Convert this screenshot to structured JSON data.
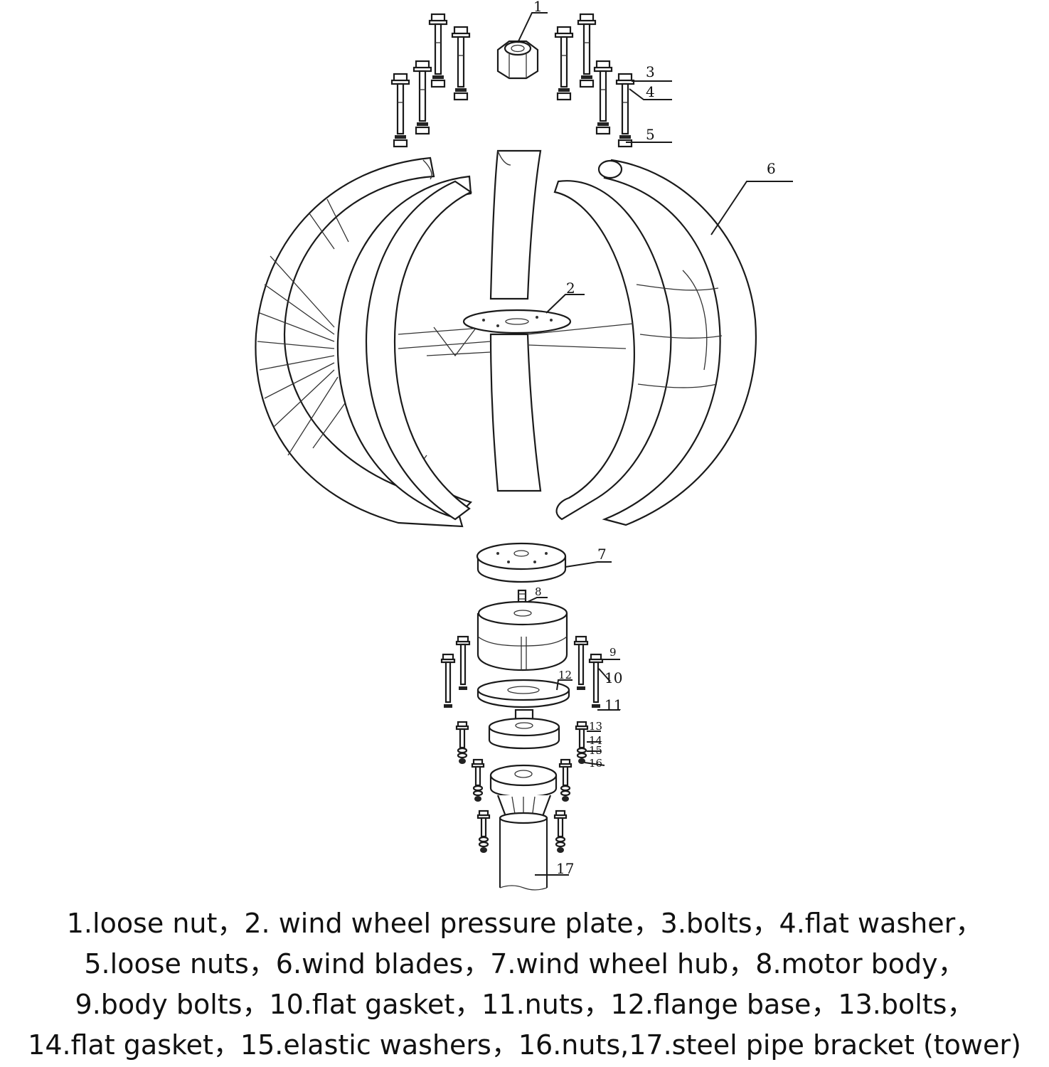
{
  "callouts": [
    "1",
    "2",
    "3",
    "4",
    "5",
    "6",
    "7",
    "8",
    "9",
    "10",
    "11",
    "12",
    "13",
    "14",
    "15",
    "16",
    "17"
  ],
  "caption_lines": [
    "1.loose nut，2. wind wheel pressure plate，3.bolts，4.flat washer，",
    "5.loose nuts，6.wind blades，7.wind wheel hub，8.motor body，",
    "9.body bolts，10.flat gasket，11.nuts，12.flange base，13.bolts，",
    "14.flat gasket，15.elastic washers，16.nuts,17.steel pipe bracket (tower)"
  ]
}
